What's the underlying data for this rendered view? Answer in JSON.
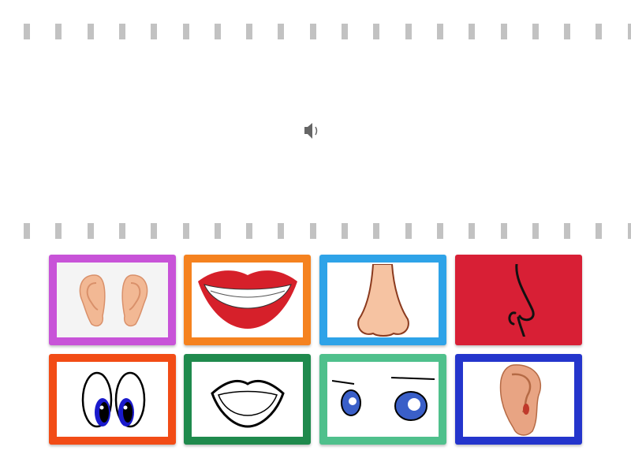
{
  "game": {
    "audio_button_icon": "speaker-icon",
    "tiles": [
      {
        "image": "pair-of-ears",
        "color": "#c853d8",
        "inner_bg": "#f4f4f4"
      },
      {
        "image": "smiling-red-lips",
        "color": "#f5821f",
        "inner_bg": "#ffffff"
      },
      {
        "image": "nose",
        "color": "#2ea3e8",
        "inner_bg": "#ffffff"
      },
      {
        "image": "nose-line-drawing",
        "color": "#d81f35",
        "inner_bg": "transparent"
      },
      {
        "image": "cartoon-eyes",
        "color": "#f24c16",
        "inner_bg": "#ffffff"
      },
      {
        "image": "mouth-line-drawing",
        "color": "#1f8a4d",
        "inner_bg": "#ffffff"
      },
      {
        "image": "anime-eyes",
        "color": "#4fc08c",
        "inner_bg": "#ffffff"
      },
      {
        "image": "single-ear",
        "color": "#2435cc",
        "inner_bg": "#ffffff"
      }
    ]
  }
}
